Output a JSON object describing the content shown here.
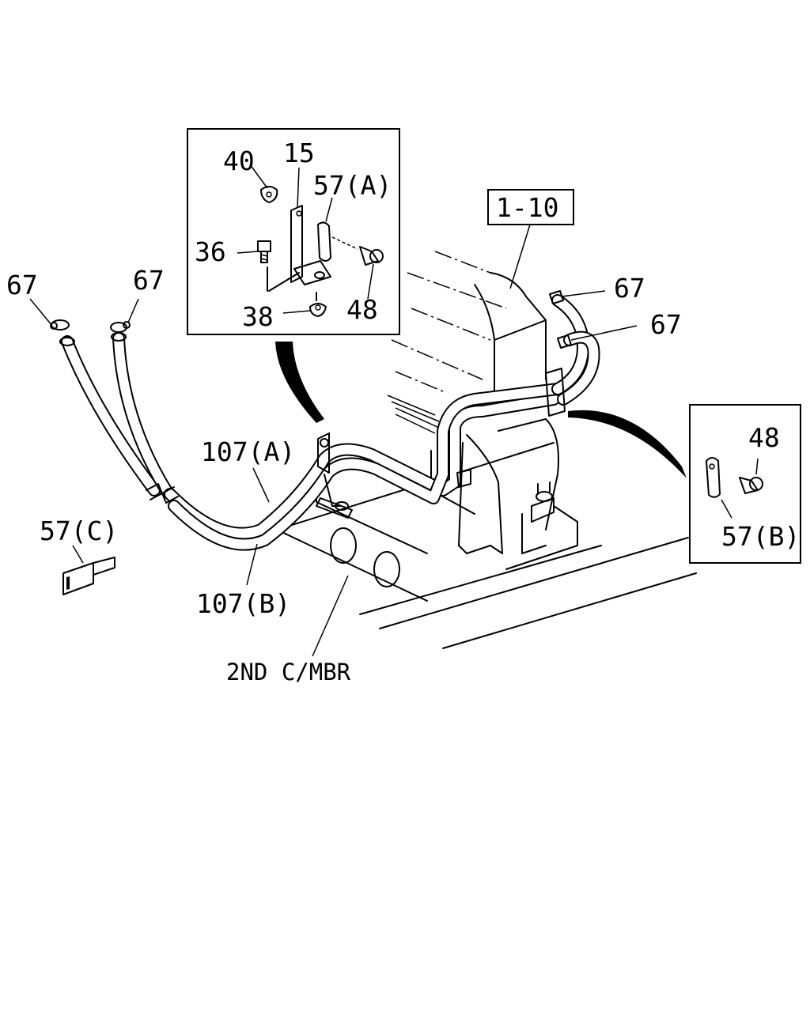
{
  "diagram": {
    "labels": {
      "ref": "1-10",
      "p40": "40",
      "p15": "15",
      "p57a": "57(A)",
      "p36": "36",
      "p38": "38",
      "p48a": "48",
      "p67_left1": "67",
      "p67_left2": "67",
      "p67_right1": "67",
      "p67_right2": "67",
      "p107a": "107(A)",
      "p107b": "107(B)",
      "p57c": "57(C)",
      "p48b": "48",
      "p57b": "57(B)",
      "crossmember": "2ND C/MBR"
    }
  }
}
